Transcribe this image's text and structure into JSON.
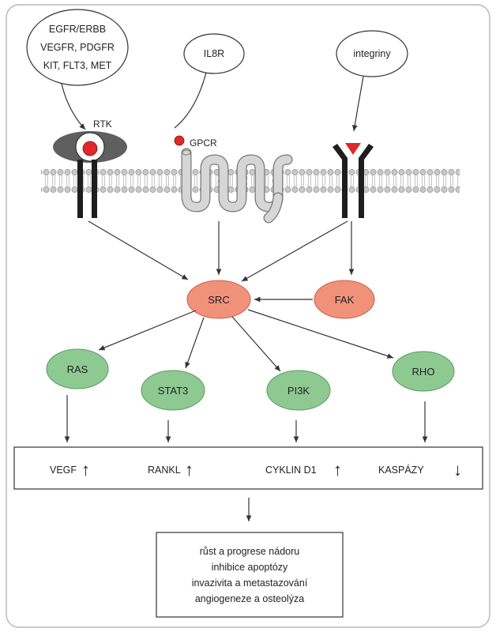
{
  "colors": {
    "frame": "#aaaaaa",
    "salmon": "#f0917a",
    "green": "#8fc992",
    "membrane": "#c8c8c8",
    "receptor_red": "#e0282c",
    "line": "#333333",
    "grey_lobe": "#5f5f5f"
  },
  "ligands": {
    "rtk_group": [
      "EGFR/ERBB",
      "VEGFR, PDGFR",
      "KIT, FLT3, MET"
    ],
    "il8r": "IL8R",
    "integrins": "integriny"
  },
  "receptors": {
    "rtk": "RTK",
    "gpcr": "GPCR"
  },
  "hubs": {
    "src": "SRC",
    "fak": "FAK"
  },
  "effectors": {
    "ras": "RAS",
    "stat3": "STAT3",
    "pi3k": "PI3K",
    "rho": "RHO"
  },
  "outputs": {
    "vegf": "VEGF",
    "vegf_arrow": "↑",
    "rankl": "RANKL",
    "rankl_arrow": "↑",
    "cyclin": "CYKLIN D1",
    "cyclin_arrow": "↑",
    "kaspazy": "KASPÁZY",
    "kaspazy_arrow": "↓"
  },
  "outcome": [
    "růst a progrese nádoru",
    "inhibice apoptózy",
    "invazivita a metastazování",
    "angiogeneze a osteolýza"
  ]
}
